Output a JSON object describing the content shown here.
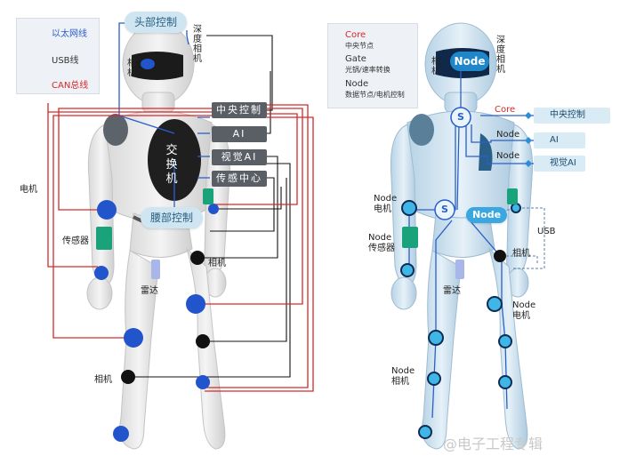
{
  "legend_left": {
    "items": [
      {
        "label": "以太网线",
        "color": "#2a5fc9"
      },
      {
        "label": "USB线",
        "color": "#111111"
      },
      {
        "label": "CAN总线",
        "color": "#d42a2a"
      }
    ]
  },
  "legend_right": {
    "items": [
      {
        "title": "Core",
        "subtitle": "中央节点",
        "color": "#d42a2a"
      },
      {
        "title": "Gate",
        "subtitle": "光锅/速率转换",
        "color": "#333333"
      },
      {
        "title": "Node",
        "subtitle": "数据节点/电机控制",
        "color": "#333333"
      }
    ]
  },
  "left_figure": {
    "head_control": "头部控制",
    "waist_control": "腰部控制",
    "switch": "交换机",
    "central_control": "中央控制",
    "ai": "AI",
    "vision_ai": "视觉AI",
    "sensor_center": "传感中心",
    "depth_camera": "深度相机",
    "camera_head": "相机",
    "motor": "电机",
    "sensor": "传感器",
    "radar": "雷达",
    "camera_hip": "相机",
    "camera_knee": "相机"
  },
  "right_figure": {
    "node_head": "Node",
    "depth_camera": "深度相机",
    "camera_head": "相机",
    "core": "Core",
    "central_control": "中央控制",
    "node1": "Node",
    "ai": "AI",
    "node2": "Node",
    "vision_ai": "视觉AI",
    "node_waist": "Node",
    "switch_s": "S",
    "switch_s2": "S",
    "node_motor_arm": "Node电机",
    "node_sensor": "Node传感器",
    "usb": "USB",
    "camera_hip": "相机",
    "radar": "雷达",
    "node_motor_leg": "Node电机",
    "node_camera_shin": "Node相机"
  },
  "watermark": "@电子工程专辑"
}
